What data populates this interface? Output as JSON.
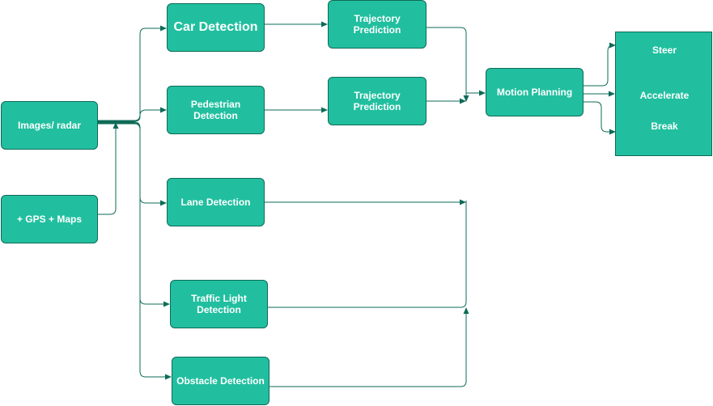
{
  "colors": {
    "node_fill": "#21BF9F",
    "node_border": "#0E6B57",
    "edge": "#0E6B57",
    "text": "#ffffff"
  },
  "nodes": {
    "images_radar": "Images/ radar",
    "gps_maps": "+ GPS + Maps",
    "car_detection": "Car Detection",
    "pedestrian_detection": "Pedestrian Detection",
    "lane_detection": "Lane Detection",
    "traffic_light_detection": "Traffic Light Detection",
    "obstacle_detection": "Obstacle Detection",
    "trajectory_prediction_car": "Trajectory Prediction",
    "trajectory_prediction_pedestrian": "Trajectory Prediction",
    "motion_planning": "Motion Planning"
  },
  "outputs": {
    "steer": "Steer",
    "accelerate": "Accelerate",
    "break": "Break"
  }
}
